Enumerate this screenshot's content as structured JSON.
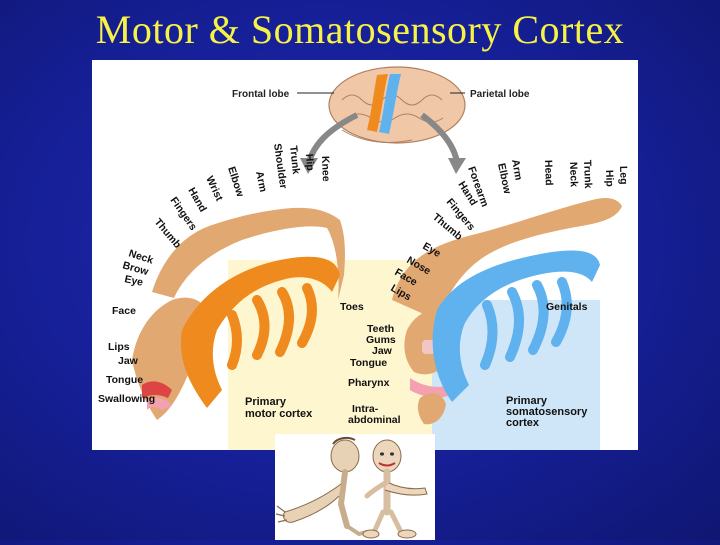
{
  "title": "Motor & Somatosensory Cortex",
  "brain_labels": {
    "frontal": "Frontal lobe",
    "parietal": "Parietal lobe"
  },
  "motor": {
    "caption_line1": "Primary",
    "caption_line2": "motor cortex",
    "arc_labels": [
      "Thumb",
      "Fingers",
      "Hand",
      "Wrist",
      "Elbow",
      "Arm",
      "Shoulder",
      "Trunk",
      "Hip",
      "Knee"
    ],
    "left_labels": [
      "Neck",
      "Brow",
      "Eye",
      "Face",
      "Lips",
      "Jaw",
      "Tongue",
      "Swallowing"
    ],
    "toes": "Toes"
  },
  "sensory": {
    "caption_line1": "Primary",
    "caption_line2": "somatosensory",
    "caption_line3": "cortex",
    "arc_labels": [
      "Forearm",
      "Elbow",
      "Arm",
      "Head",
      "Neck",
      "Trunk",
      "Hip",
      "Leg",
      "Hand",
      "Fingers",
      "Thumb",
      "Eye",
      "Nose",
      "Face",
      "Lips"
    ],
    "genitals": "Genitals",
    "inner_labels": [
      "Teeth",
      "Gums",
      "Jaw",
      "Tongue",
      "Pharynx",
      "Intra-",
      "abdominal"
    ]
  },
  "colors": {
    "motor": "#ef8a1f",
    "sensory": "#5fb2ee",
    "tan": "#e2a872",
    "title": "#f6f246"
  }
}
